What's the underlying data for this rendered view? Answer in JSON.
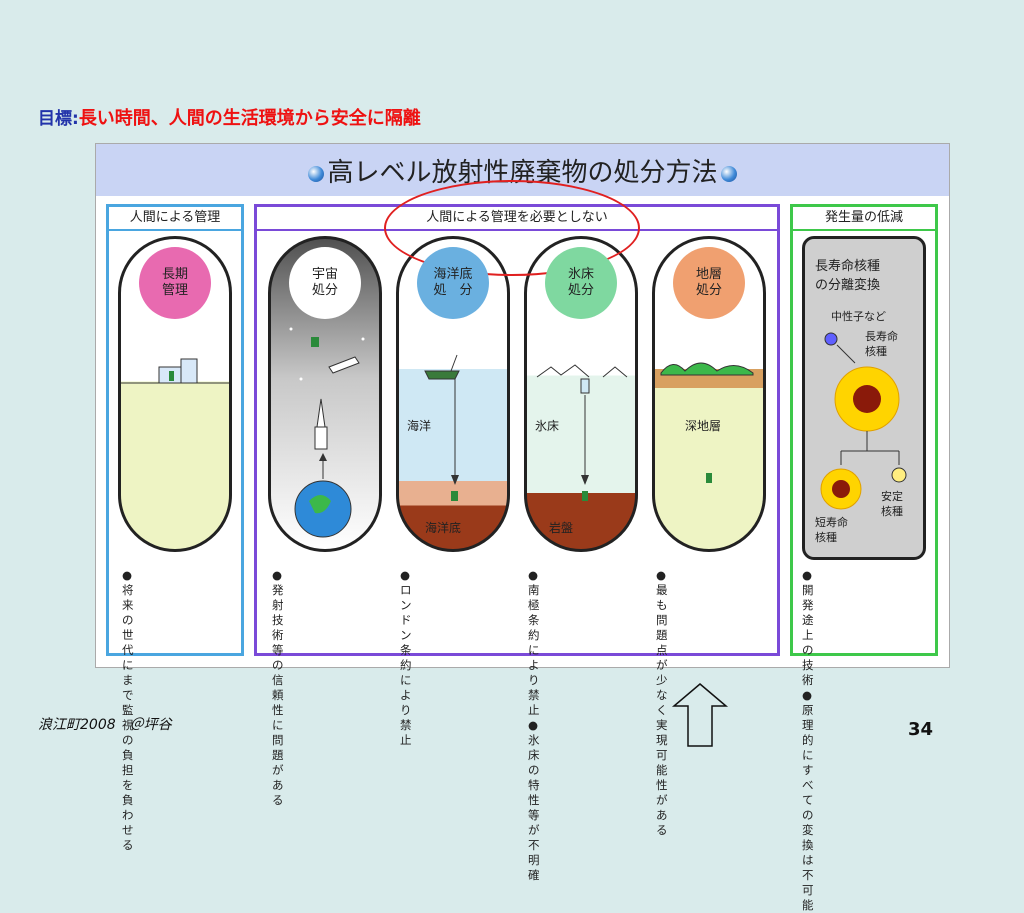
{
  "goal": {
    "label": "目標:",
    "text": "長い時間、人間の生活環境から安全に隔離"
  },
  "figure": {
    "title": "高レベル放射性廃棄物の処分方法",
    "groups": {
      "human_management": "人間による管理",
      "no_management": "人間による管理を必要としない",
      "reduction": "発生量の低減"
    },
    "columns": [
      {
        "name": "長期\n管理",
        "note": "●将来の世代に\nまで監視の負\n担を負わせる"
      },
      {
        "name": "宇宙\n処分",
        "note": "●発射技術等の\n信頼性に問題\nがある"
      },
      {
        "name": "海洋底\n処　分",
        "zones": [
          "海洋",
          "海洋底"
        ],
        "note": "●ロンドン条約\nにより禁止"
      },
      {
        "name": "氷床\n処分",
        "zones": [
          "氷床",
          "岩盤"
        ],
        "note": "●南極条約によ\nり禁止\n●氷床の特性等\nが不明確"
      },
      {
        "name": "地層\n処分",
        "zones": [
          "深地層"
        ],
        "note": "●最も問題点が\n少なく実現可\n能性がある"
      }
    ],
    "transmutation": {
      "title": "長寿命核種\nの分離変換",
      "labels": [
        "中性子など",
        "長寿命\n核種",
        "短寿命\n核種",
        "安定\n核種"
      ],
      "note": "●開発途上の技術\n●原理的にすべて\nの変換は不可能"
    }
  },
  "colors": {
    "space": "#ffffff",
    "ocean": "#6ab0e0",
    "ice": "#7fd8a0",
    "geo": "#f0a070",
    "longterm": "#e86ab0"
  },
  "footer": {
    "credit": "浪江町2008　＠坪谷",
    "page": "34"
  }
}
